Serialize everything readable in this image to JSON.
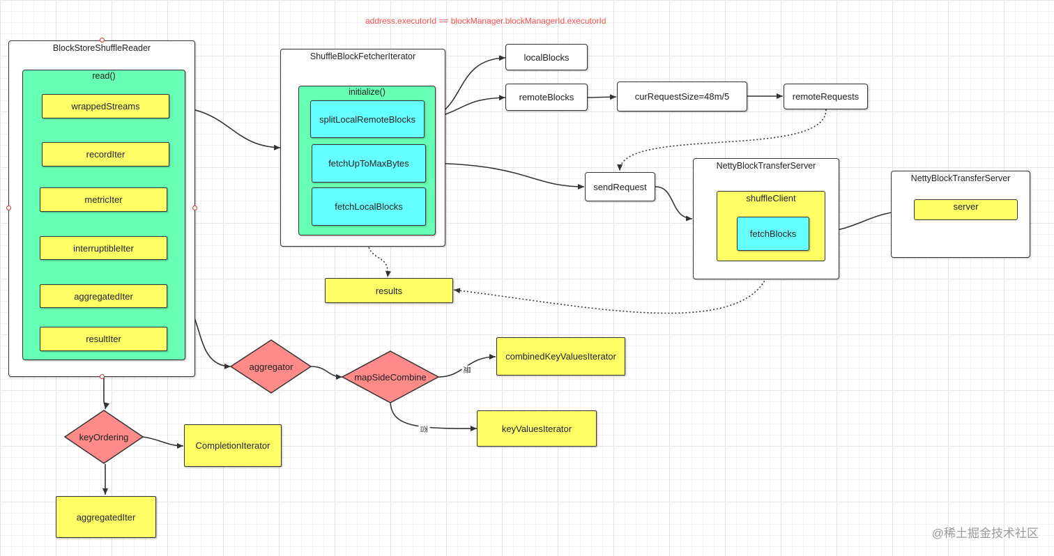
{
  "annotation": "address.executorId == blockManager.blockManagerId.executorId",
  "watermark": "@稀土掘金技术社区",
  "reader": {
    "title": "BlockStoreShuffleReader",
    "read": "read()",
    "wrappedStreams": "wrappedStreams",
    "recordIter": "recordIter",
    "metricIter": "metricIter",
    "interruptibleIter": "interruptibleIter",
    "aggregatedIter": "aggregatedIter",
    "resultIter": "resultIter"
  },
  "fetcher": {
    "title": "ShuffleBlockFetcherIterator",
    "initialize": "initialize()",
    "split": "splitLocalRemoteBlocks",
    "fetchUpTo": "fetchUpToMaxBytes",
    "fetchLocal": "fetchLocalBlocks"
  },
  "blocks": {
    "localBlocks": "localBlocks",
    "remoteBlocks": "remoteBlocks",
    "curRequestSize": "curRequestSize=48m/5",
    "remoteRequests": "remoteRequests",
    "sendRequest": "sendRequest",
    "results": "results"
  },
  "netty1": {
    "title": "NettyBlockTransferServer",
    "shuffleClient": "shuffleClient",
    "fetchBlocks": "fetchBlocks"
  },
  "netty2": {
    "title": "NettyBlockTransferServer",
    "server": "server"
  },
  "decisions": {
    "aggregator": "aggregator",
    "mapSideCombine": "mapSideCombine",
    "keyOrdering": "keyOrdering",
    "yes": "是",
    "no": "否"
  },
  "outputs": {
    "combinedKeyValuesIterator": "combinedKeyValuesIterator",
    "keyValuesIterator": "keyValuesIterator",
    "completionIterator": "CompletionIterator",
    "aggregatedIter": "aggregatedIter"
  },
  "colors": {
    "green": "#66ffb3",
    "yellow": "#ffff66",
    "cyan": "#66ffff",
    "diamond": "#ff8a8a",
    "note": "#ff4d4d"
  }
}
